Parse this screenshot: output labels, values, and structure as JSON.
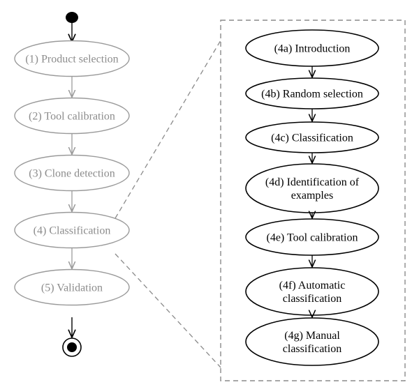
{
  "main_flow": [
    {
      "id": "product-selection",
      "label": "(1) Product selection"
    },
    {
      "id": "tool-calibration",
      "label": "(2) Tool calibration"
    },
    {
      "id": "clone-detection",
      "label": "(3) Clone detection"
    },
    {
      "id": "classification",
      "label": "(4) Classification"
    },
    {
      "id": "validation",
      "label": "(5) Validation"
    }
  ],
  "sub_flow": [
    {
      "id": "introduction",
      "lines": [
        "(4a) Introduction"
      ]
    },
    {
      "id": "random-selection",
      "lines": [
        "(4b) Random selection"
      ]
    },
    {
      "id": "classification",
      "lines": [
        "(4c) Classification"
      ]
    },
    {
      "id": "identification-of-examples",
      "lines": [
        "(4d) Identification of",
        "examples"
      ]
    },
    {
      "id": "tool-calibration",
      "lines": [
        "(4e) Tool calibration"
      ]
    },
    {
      "id": "automatic-classification",
      "lines": [
        "(4f) Automatic",
        "classification"
      ]
    },
    {
      "id": "manual-classification",
      "lines": [
        "(4g) Manual",
        "classification"
      ]
    }
  ],
  "colors": {
    "main_flow_stroke": "#9a9a9a",
    "main_flow_text": "#8c8c8c",
    "sub_flow_stroke": "#000000",
    "expansion_border": "#8a8a8a"
  }
}
